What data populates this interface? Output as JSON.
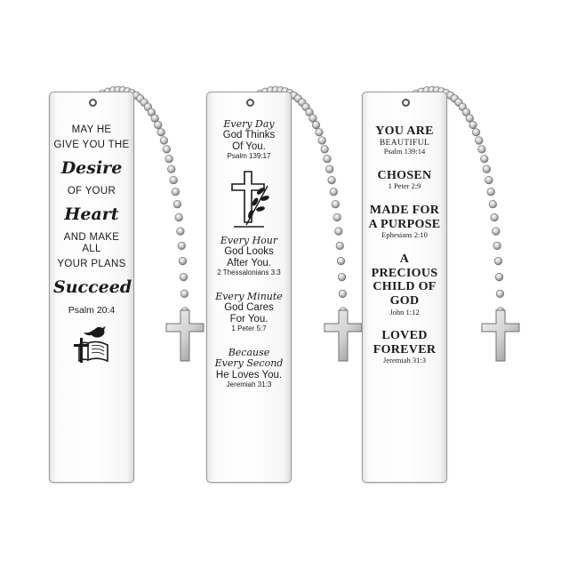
{
  "colors": {
    "background": "#ffffff",
    "metal": "#f4f4f4",
    "chain": "#9c9c9c",
    "ink": "#1a1a1a"
  },
  "bookmarks": [
    {
      "lines": [
        "MAY HE",
        "GIVE YOU THE",
        "Desire",
        "OF YOUR",
        "Heart",
        "AND MAKE ALL",
        "YOUR PLANS",
        "Succeed"
      ],
      "reference": "Psalm 20:4",
      "icon": "dove-bible-cross-icon"
    },
    {
      "blocks": [
        {
          "script": "Every Day",
          "body": [
            "God Thinks",
            "Of You."
          ],
          "reference": "Psalm 139:17"
        },
        {
          "script": "Every Hour",
          "body": [
            "God Looks",
            "After You."
          ],
          "reference": "2 Thessalonians 3:3"
        },
        {
          "script": "Every Minute",
          "body": [
            "God Cares",
            "For You."
          ],
          "reference": "1 Peter 5:7"
        },
        {
          "script": [
            "Because",
            "Every Second"
          ],
          "body": [
            "He Loves You."
          ],
          "reference": "Jeremiah 31:3"
        }
      ],
      "icon": "cross-with-leaves-icon"
    },
    {
      "blocks": [
        {
          "lines": [
            "YOU ARE"
          ],
          "small": "BEAUTIFUL",
          "reference": "Psalm 139:14"
        },
        {
          "lines": [
            "CHOSEN"
          ],
          "reference": "1 Peter 2:9"
        },
        {
          "lines": [
            "MADE FOR",
            "A PURPOSE"
          ],
          "reference": "Ephesians 2:10"
        },
        {
          "lines": [
            "A PRECIOUS",
            "CHILD OF",
            "GOD"
          ],
          "reference": "John 1:12"
        },
        {
          "lines": [
            "LOVED",
            "FOREVER"
          ],
          "reference": "Jeremiah 31:3"
        }
      ]
    }
  ],
  "charms": [
    "cross-charm-icon",
    "cross-charm-icon",
    "cross-charm-icon"
  ]
}
